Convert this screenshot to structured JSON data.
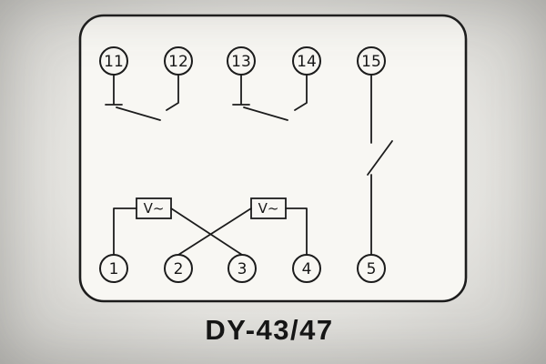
{
  "diagram": {
    "title": "DY-43/47",
    "terminals": {
      "top": [
        "11",
        "12",
        "13",
        "14",
        "15"
      ],
      "bottom": [
        "1",
        "2",
        "3",
        "4",
        "5"
      ]
    },
    "meters": {
      "left_label": "V~",
      "right_label": "V~"
    },
    "colors": {
      "line": "#1c1c1c",
      "paper": "#f8f7f3",
      "background": "#d9d8d4"
    }
  }
}
